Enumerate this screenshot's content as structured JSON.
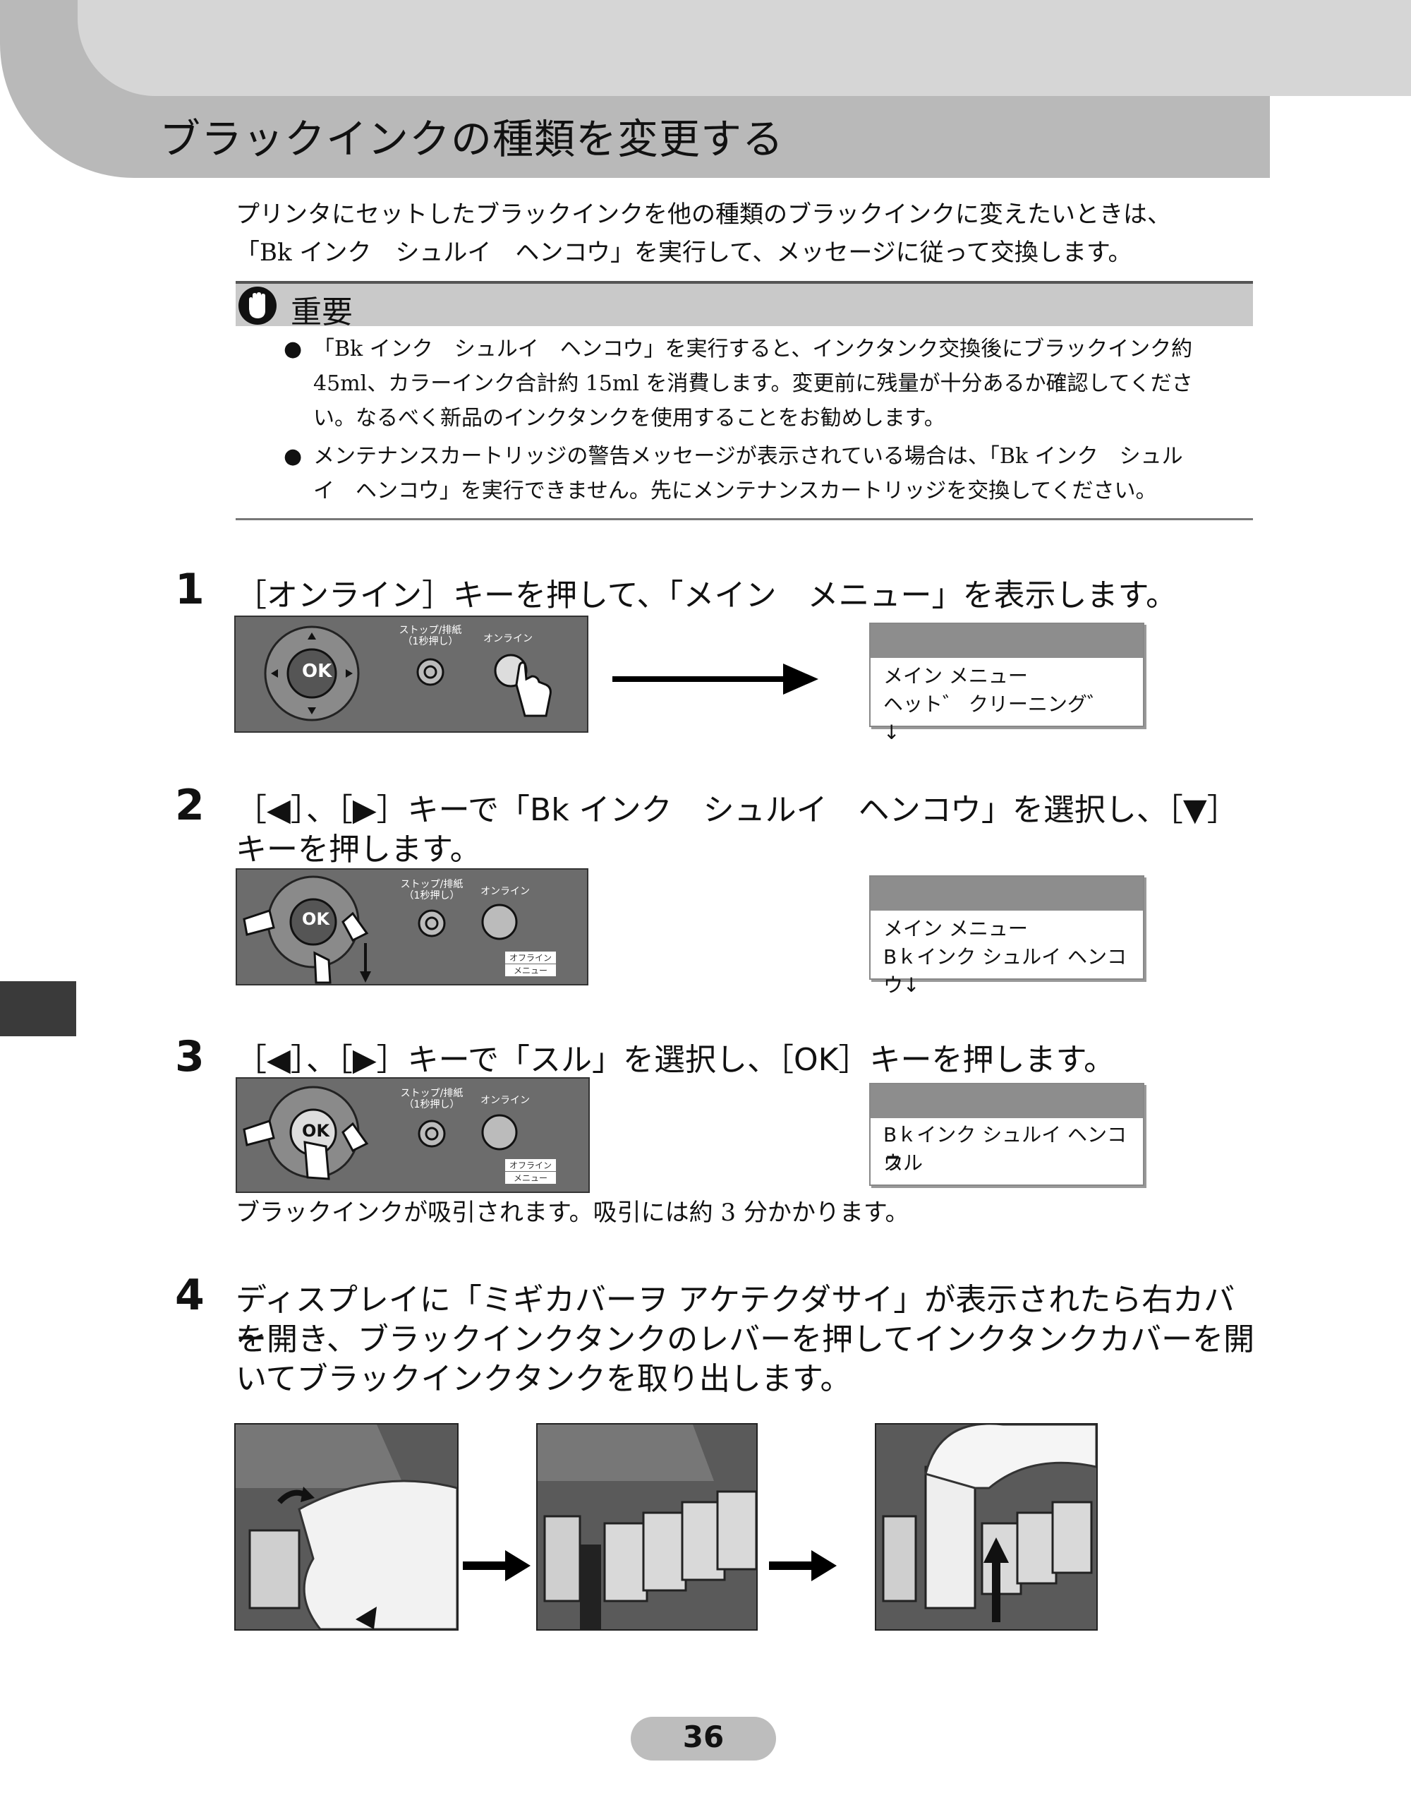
{
  "title": "ブラックインクの種類を変更する",
  "intro": [
    "プリンタにセットしたブラックインクを他の種類のブラックインクに変えたいときは、",
    "「Bk インク　シュルイ　ヘンコウ」を実行して、メッセージに従って交換します。"
  ],
  "important": {
    "label": "重要",
    "bullet_glyph": "●",
    "items": [
      [
        "「Bk インク　シュルイ　ヘンコウ」を実行すると、インクタンク交換後にブラックインク約",
        "45ml、カラーインク合計約 15ml を消費します。変更前に残量が十分あるか確認してくださ",
        "い。なるべく新品のインクタンクを使用することをお勧めします。"
      ],
      [
        "メンテナンスカートリッジの警告メッセージが表示されている場合は、「Bk インク　シュル",
        "イ　ヘンコウ」を実行できません。先にメンテナンスカートリッジを交換してください。"
      ]
    ]
  },
  "panel": {
    "ok": "OK",
    "stop_label_1": "ストップ/排紙",
    "stop_label_2": "（1秒押し）",
    "online_label": "オンライン",
    "offline_label": "オフライン",
    "menu_label": "メニュー"
  },
  "steps": [
    {
      "num": "1",
      "heading": [
        "［オンライン］キーを押して、「メイン　メニュー」を表示します。"
      ],
      "lcd": [
        "メイン メニュー",
        "ヘット゛ クリーニング゛　　↓"
      ]
    },
    {
      "num": "2",
      "heading": [
        "［◀］、［▶］キーで「Bk インク　シュルイ　ヘンコウ」を選択し、［▼］",
        "キーを押します。"
      ],
      "lcd": [
        "メイン メニュー",
        "Bｋインク シュルイ ヘンコウ↓"
      ]
    },
    {
      "num": "3",
      "heading": [
        "［◀］、［▶］キーで「スル」を選択し、［OK］キーを押します。"
      ],
      "lcd": [
        "Bｋインク シュルイ ヘンコウ",
        " スル"
      ],
      "caption": "ブラックインクが吸引されます。吸引には約 3 分かかります。"
    },
    {
      "num": "4",
      "heading": [
        "ディスプレイに「ミギカバーヲ アケテクダサイ」が表示されたら右カバー",
        "を開き、ブラックインクタンクのレバーを押してインクタンクカバーを開",
        "いてブラックインクタンクを取り出します。"
      ]
    }
  ],
  "page_number": "36",
  "colors": {
    "band_light": "#d6d6d6",
    "band_dark": "#b9b9b9",
    "panel": "#6c6c6c",
    "tab": "#3a3a3a"
  }
}
